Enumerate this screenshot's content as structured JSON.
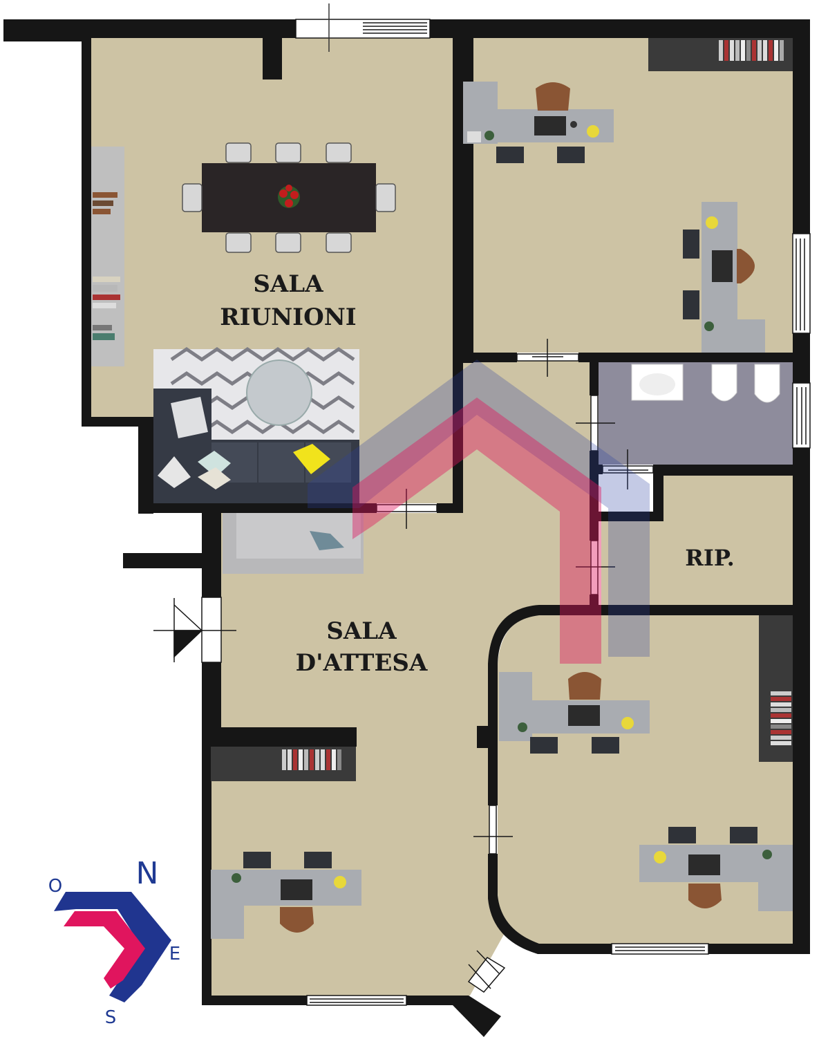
{
  "rooms": {
    "meeting_line1": "SALA",
    "meeting_line2": "RIUNIONI",
    "waiting_line1": "SALA",
    "waiting_line2": "D'ATTESA",
    "storage": "RIP."
  },
  "compass": {
    "north": "N",
    "west": "O",
    "east": "E",
    "south": "S"
  },
  "colors": {
    "floor": "#cdc3a4",
    "wall": "#161616",
    "bathroom": "#8e8c9c",
    "desk": "#a9acb1",
    "chair_leather": "#8a5534",
    "logo_blue": "#20358f",
    "logo_pink": "#e0155e"
  }
}
